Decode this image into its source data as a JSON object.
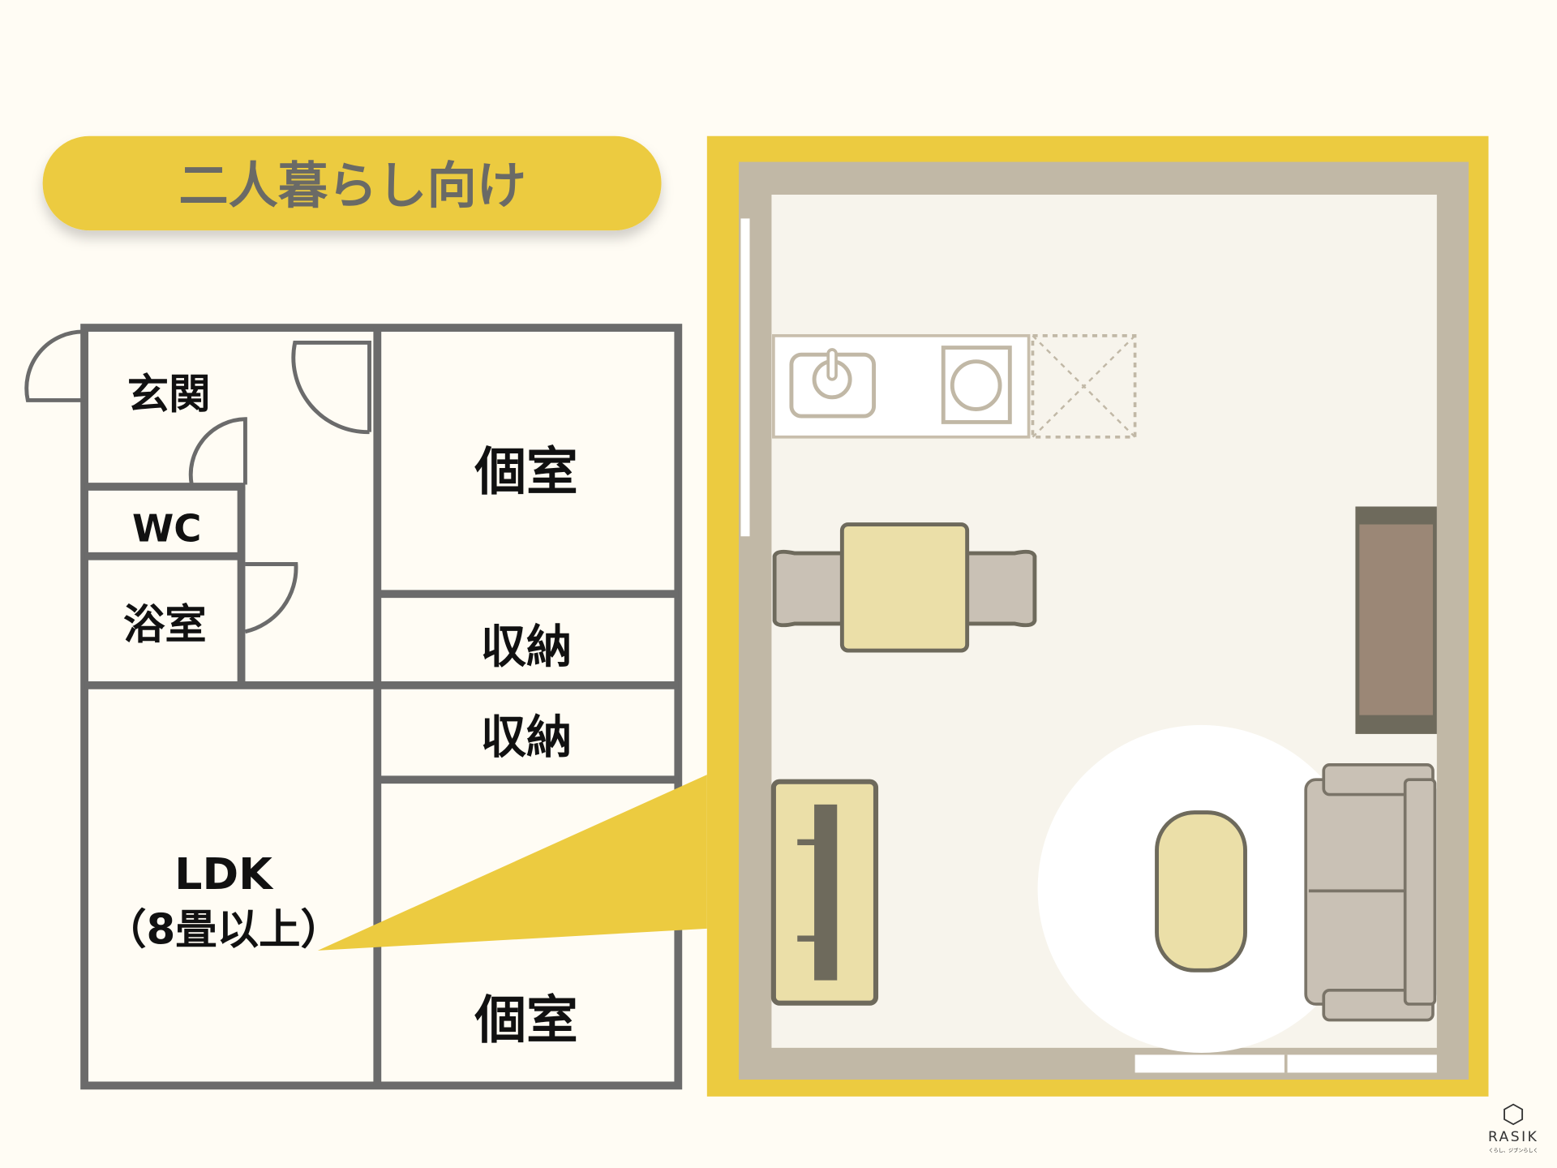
{
  "title": "二人暮らし向け",
  "floor_plan": {
    "rooms": {
      "entrance": "玄関",
      "wc": "WC",
      "bath": "浴室",
      "private_room_1": "個室",
      "storage_1": "収納",
      "storage_2": "収納",
      "ldk": "LDK",
      "ldk_size": "（8畳以上）",
      "private_room_2": "個室"
    }
  },
  "logo": {
    "name": "RASIK",
    "tagline": "くらし、ジブンらしく"
  },
  "colors": {
    "accent": "#eccb40",
    "wall": "#6b6b6b",
    "background": "#fffcf4",
    "room_wall": "#c1b8a6",
    "floor": "#f7f4ec"
  }
}
